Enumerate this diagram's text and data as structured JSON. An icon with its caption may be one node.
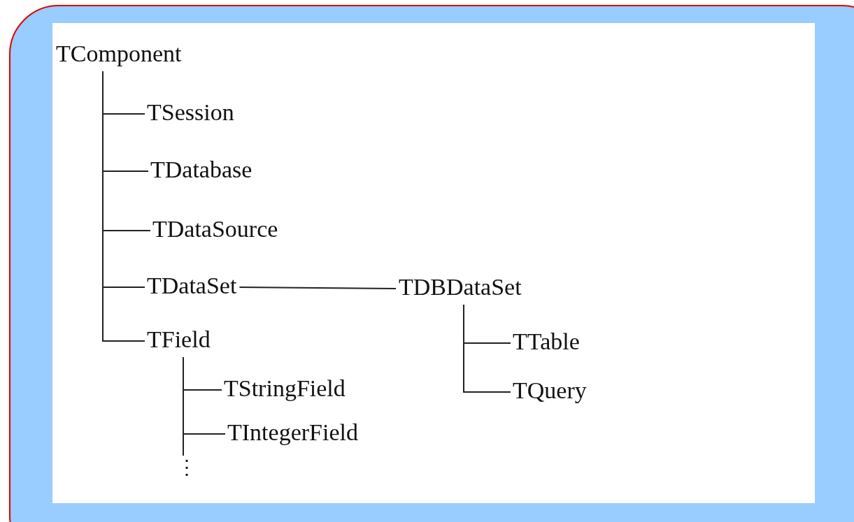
{
  "diagram": {
    "nodes": [
      {
        "text": [
          "TComponent"
        ]
      },
      {
        "text": [
          "TSession"
        ]
      },
      {
        "text": [
          "TDatabase"
        ]
      },
      {
        "text": [
          "TDataSource"
        ]
      },
      {
        "text": [
          "TDataSet"
        ]
      },
      {
        "text": [
          "TDBDataSet"
        ]
      },
      {
        "text": [
          "TField"
        ]
      },
      {
        "text": [
          "TTable"
        ]
      },
      {
        "text": [
          "TQuery"
        ]
      },
      {
        "text": [
          "TStringField"
        ]
      },
      {
        "text": [
          "TIntegerField"
        ]
      }
    ],
    "edges": [
      {
        "from": 0,
        "to": 1,
        "arrow": "none"
      },
      {
        "from": 0,
        "to": 2,
        "arrow": "none"
      },
      {
        "from": 0,
        "to": 3,
        "arrow": "none"
      },
      {
        "from": 0,
        "to": 4,
        "arrow": "none"
      },
      {
        "from": 0,
        "to": 6,
        "arrow": "none"
      },
      {
        "from": 4,
        "to": 5,
        "arrow": "none"
      },
      {
        "from": 5,
        "to": 7,
        "arrow": "none"
      },
      {
        "from": 5,
        "to": 8,
        "arrow": "none"
      },
      {
        "from": 6,
        "to": 9,
        "arrow": "none"
      },
      {
        "from": 6,
        "to": 10,
        "arrow": "none"
      }
    ],
    "labels": [
      "⋮"
    ]
  }
}
